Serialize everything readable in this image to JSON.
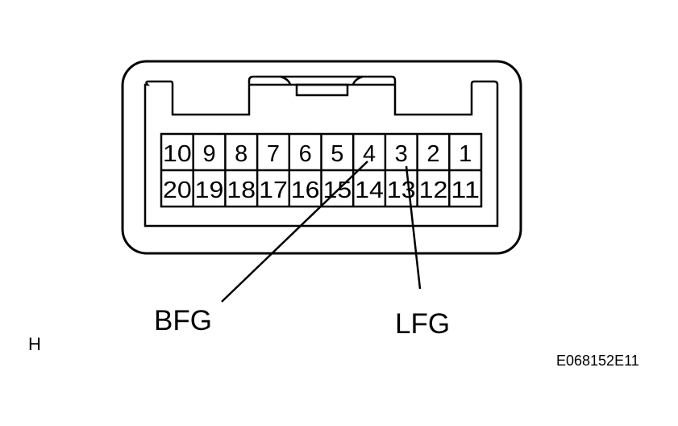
{
  "diagram": {
    "type": "connector-pinout",
    "view_label": "H",
    "figure_code": "E068152E11",
    "pins_top_row": [
      "10",
      "9",
      "8",
      "7",
      "6",
      "5",
      "4",
      "3",
      "2",
      "1"
    ],
    "pins_bottom_row": [
      "20",
      "19",
      "18",
      "17",
      "16",
      "15",
      "14",
      "13",
      "12",
      "11"
    ],
    "callouts": [
      {
        "label": "BFG",
        "pin": "4"
      },
      {
        "label": "LFG",
        "pin": "3"
      }
    ],
    "line_color": "#000000",
    "background": "#ffffff"
  }
}
